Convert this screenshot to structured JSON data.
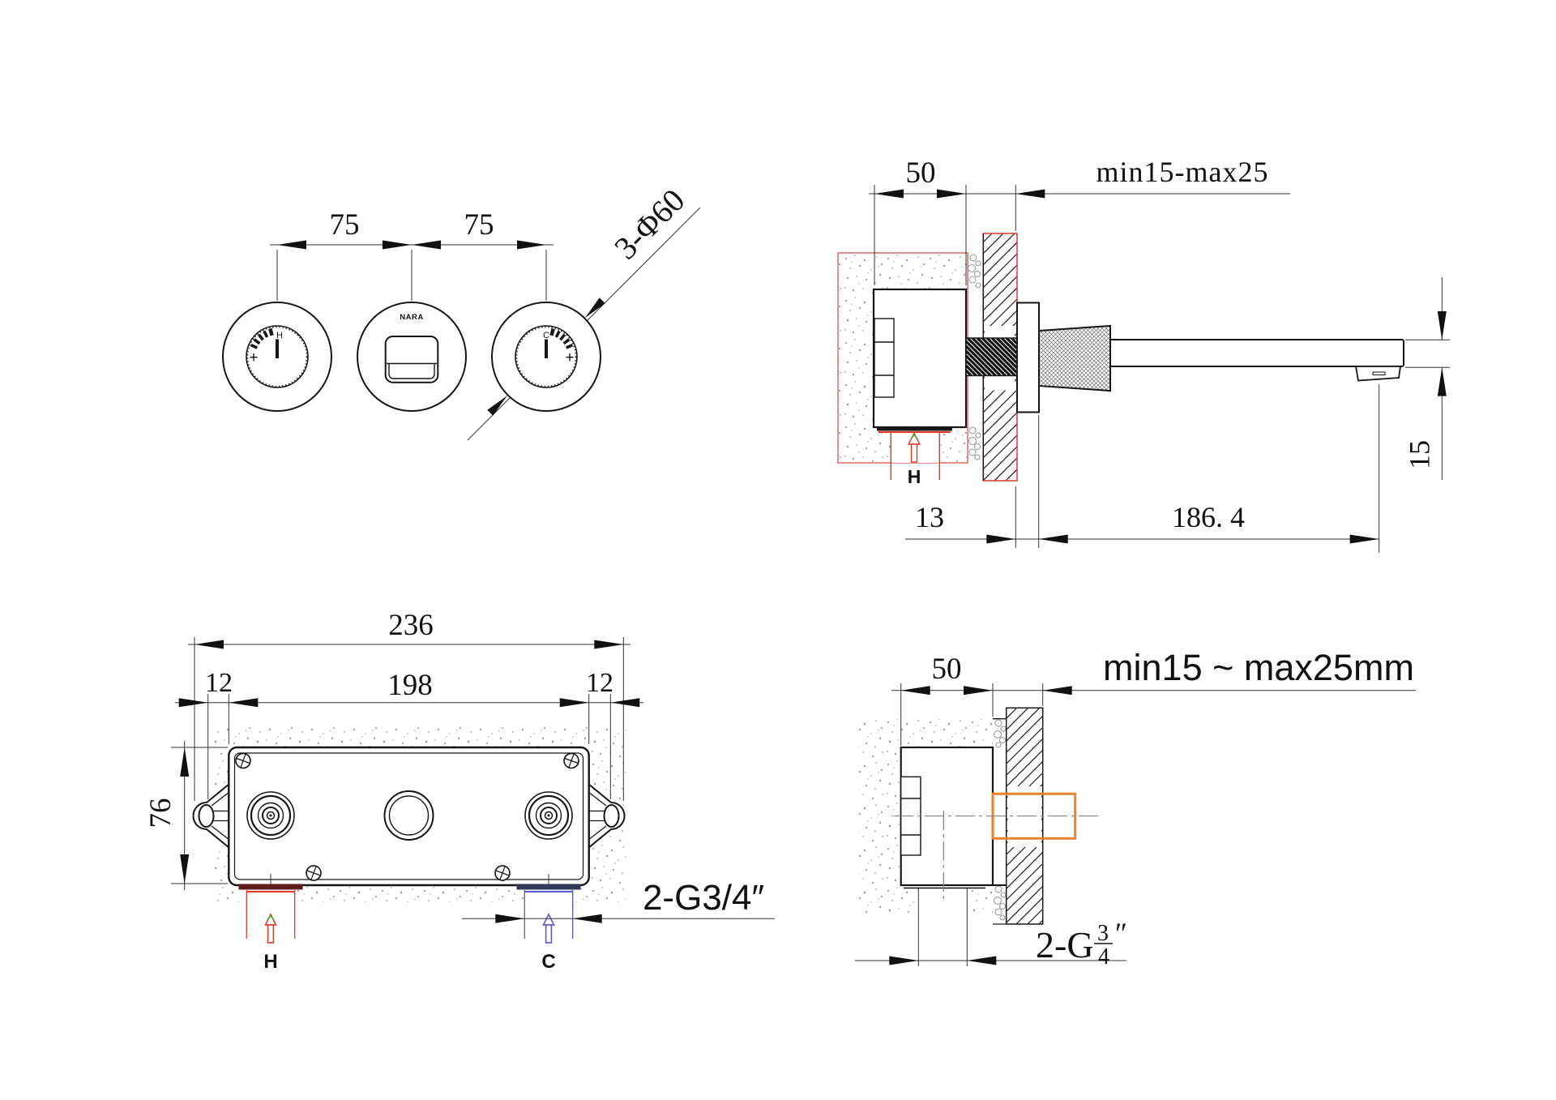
{
  "title": "Wall-mounted basin mixer installation dimension drawing",
  "colors": {
    "ink": "#161616",
    "wall_red": "#e06a5e",
    "accent_red": "#e03a2c",
    "hot_red": "#e03a2c",
    "hot_dark": "#5f1f1f",
    "cold_blue": "#5757d0",
    "cold_dark": "#323a5a",
    "orange": "#e8822f",
    "green": "#3fae3f",
    "speckle": "#a0a0a0"
  },
  "views": {
    "controls_front": {
      "dim_left": "75",
      "dim_right": "75",
      "diameter_callout": "3-Φ60",
      "hot_mark": "H",
      "cold_mark": "C",
      "plus_hot": "+",
      "plus_cold": "+",
      "brand": "NARA"
    },
    "spout_section": {
      "dim_depth": "50",
      "dim_range": "min15-max25",
      "dim_wall": "13",
      "dim_reach": "186. 4",
      "dim_spout": "15",
      "hot_mark": "H"
    },
    "rough_in_front": {
      "dim_width": "236",
      "dim_holes": "198",
      "dim_edge_left": "12",
      "dim_edge_right": "12",
      "dim_height": "76",
      "thread_callout": "2-G3/4″",
      "hot_mark": "H",
      "cold_mark": "C"
    },
    "rough_in_section": {
      "dim_depth": "50",
      "dim_range": "min15 ~ max25mm",
      "thread_prefix": "2-G",
      "thread_numerator": "3",
      "thread_denominator": "4",
      "thread_suffix": "″"
    }
  }
}
